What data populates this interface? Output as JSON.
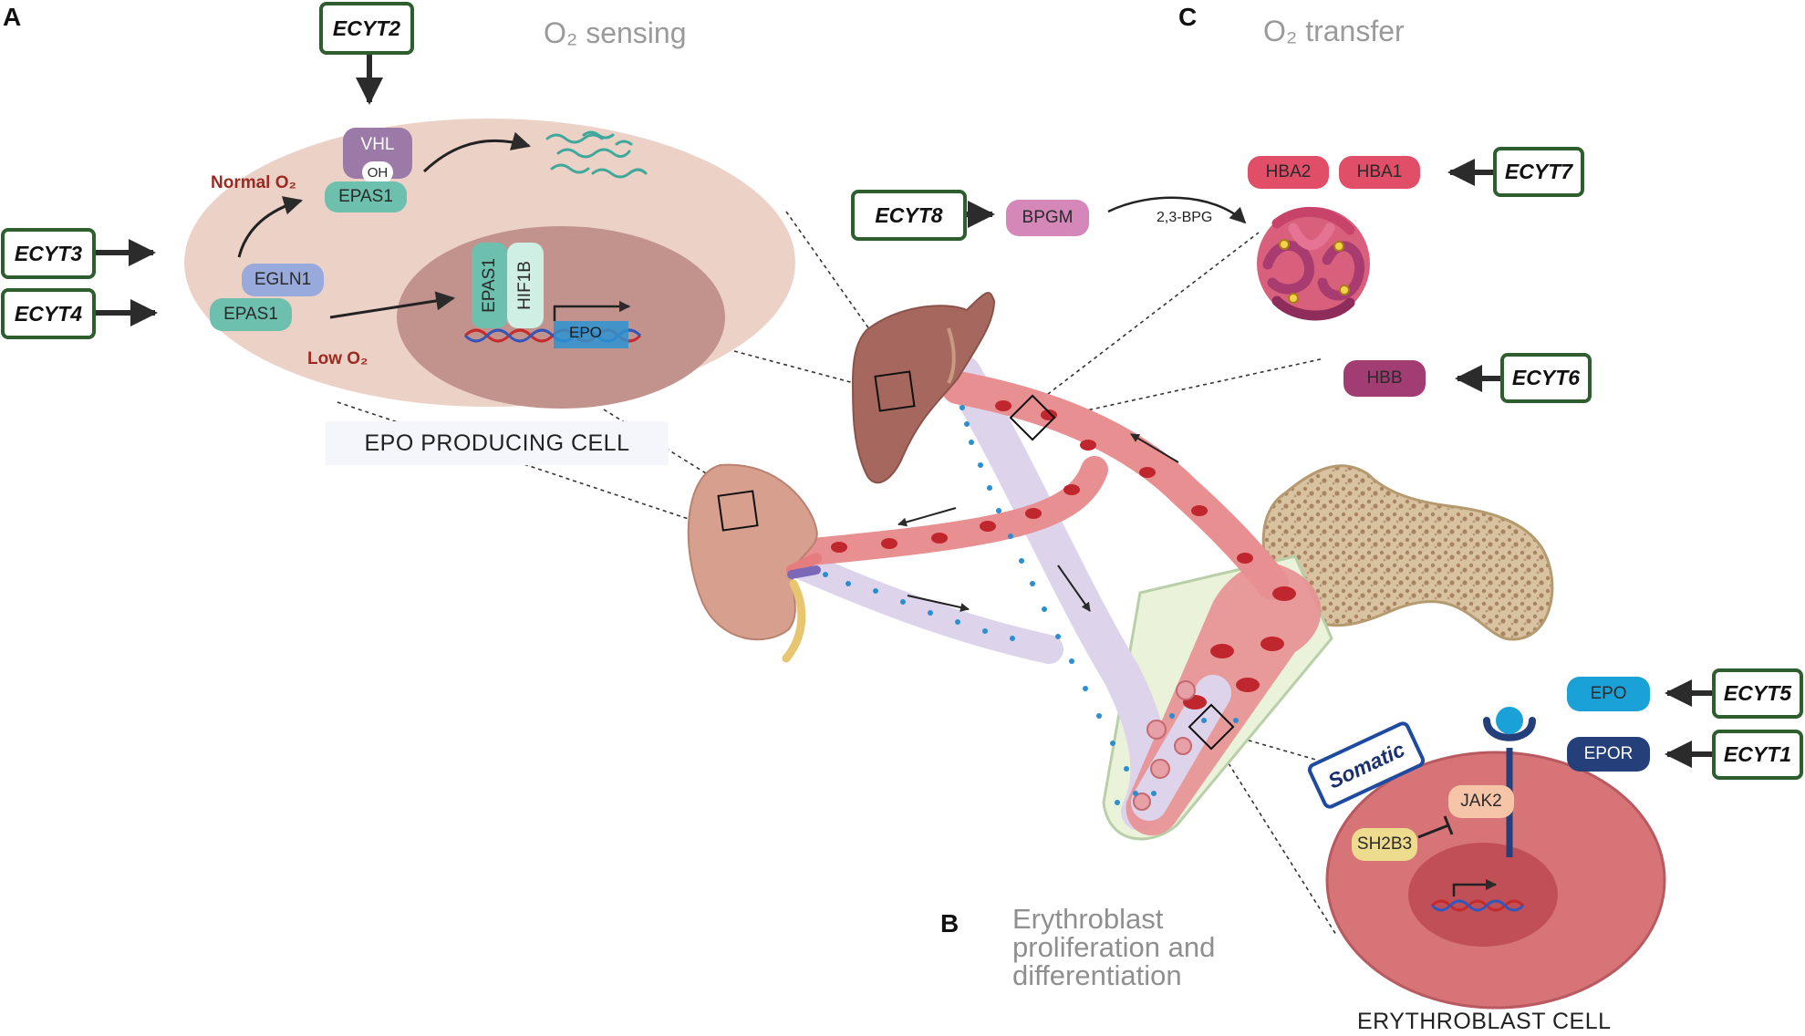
{
  "panels": {
    "a_letter": "A",
    "b_letter": "B",
    "c_letter": "C"
  },
  "sections": {
    "o2_sensing": "O₂ sensing",
    "o2_transfer": "O₂ transfer",
    "erythroblast_line1": "Erythroblast",
    "erythroblast_line2": "proliferation and",
    "erythroblast_line3": "differentiation"
  },
  "captions": {
    "epo_producing_cell": "EPO PRODUCING CELL",
    "erythroblast_cell": "ERYTHROBLAST CELL"
  },
  "ecyt_boxes": {
    "ecyt1": "ECYT1",
    "ecyt2": "ECYT2",
    "ecyt3": "ECYT3",
    "ecyt4": "ECYT4",
    "ecyt5": "ECYT5",
    "ecyt6": "ECYT6",
    "ecyt7": "ECYT7",
    "ecyt8": "ECYT8"
  },
  "epo_cell": {
    "vhl": "VHL",
    "oh": "OH",
    "epas1_top": "EPAS1",
    "egln1": "EGLN1",
    "epas1_low": "EPAS1",
    "normal_o2": "Normal O₂",
    "low_o2": "Low O₂",
    "nucleus_epas1": "EPAS1",
    "nucleus_hif1b": "HIF1B",
    "nucleus_epo": "EPO"
  },
  "transfer": {
    "hba2": "HBA2",
    "hba1": "HBA1",
    "bpgm": "BPGM",
    "bpg": "2,3-BPG",
    "hbb": "HBB"
  },
  "erythroblast": {
    "somatic": "Somatic",
    "jak2": "JAK2",
    "sh2b3": "SH2B3",
    "epo": "EPO",
    "epor": "EPOR"
  },
  "colors": {
    "ecyt_border": "#2e5e2e",
    "artery": "#e88f92",
    "vein": "#ddd4ec",
    "rbc": "#c0262d",
    "epo_dot": "#2b8fcf",
    "cell_outer": "#ebcfc6",
    "cell_nucleus": "#c2938d",
    "erythroblast": "#d67478",
    "epas1": "#6dbfae",
    "egln1": "#98a9db",
    "vhl": "#9b7aa8",
    "hba": "#e04f67",
    "bpgm": "#d487b8",
    "hbb": "#a23d74",
    "epo_pill": "#1aa1d8",
    "epor_pill": "#243f7a"
  },
  "icons": [
    "dna-icon",
    "liver-icon",
    "kidney-icon",
    "bone-icon",
    "hemoglobin-icon",
    "epo-receptor-icon",
    "transcription-arrow-icon"
  ]
}
